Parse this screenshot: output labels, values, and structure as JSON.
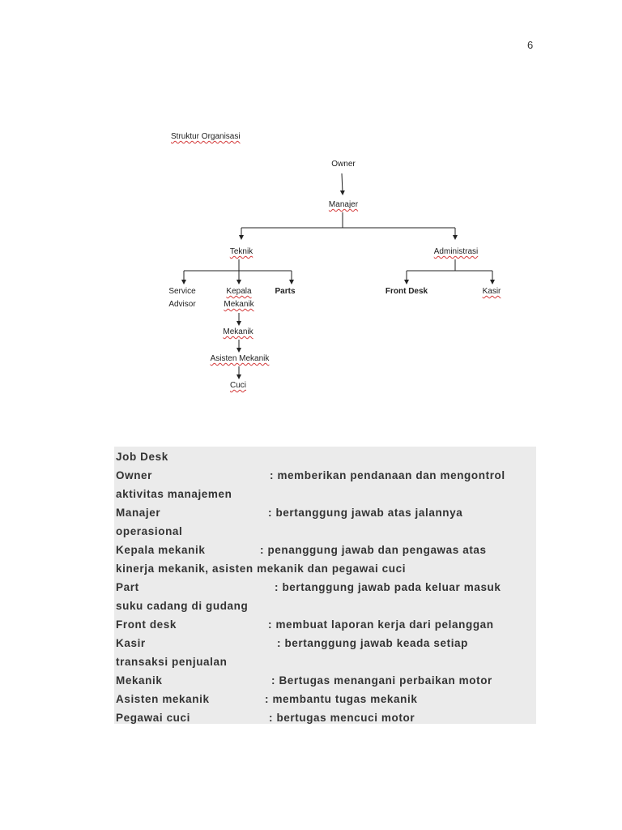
{
  "page_number": "6",
  "org_chart": {
    "title": "Struktur Organisasi",
    "owner": "Owner",
    "manajer": "Manajer",
    "teknik": "Teknik",
    "administrasi": "Administrasi",
    "service_advisor_line1": "Service",
    "service_advisor_line2": "Advisor",
    "kepala_mekanik_line1": "Kepala",
    "kepala_mekanik_line2": "Mekanik",
    "parts": "Parts",
    "mekanik": "Mekanik",
    "asisten_mekanik": "Asisten Mekanik",
    "cuci": "Cuci",
    "front_desk": "Front Desk",
    "kasir": "Kasir"
  },
  "job_desk": {
    "heading": "Job Desk",
    "entries": [
      {
        "role": "Owner",
        "line1": ": memberikan pendanaan dan mengontrol",
        "line2": "aktivitas manajemen"
      },
      {
        "role": "Manajer",
        "line1": ": bertanggung jawab atas jalannya",
        "line2": "operasional"
      },
      {
        "role": "Kepala mekanik",
        "line1": ": penanggung jawab dan pengawas atas",
        "line2": "kinerja mekanik, asisten mekanik dan pegawai cuci"
      },
      {
        "role": "Part",
        "line1": ": bertanggung jawab pada keluar masuk",
        "line2": "suku cadang di gudang"
      },
      {
        "role": "Front desk",
        "line1": ": membuat laporan kerja dari pelanggan"
      },
      {
        "role": "Kasir",
        "line1": ": bertanggung jawab keada setiap",
        "line2": "transaksi penjualan"
      },
      {
        "role": "Mekanik",
        "line1": ": Bertugas menangani perbaikan motor"
      },
      {
        "role": "Asisten mekanik",
        "line1": ": membantu tugas mekanik"
      },
      {
        "role": "Pegawai cuci",
        "line1": ": bertugas mencuci motor"
      }
    ]
  }
}
